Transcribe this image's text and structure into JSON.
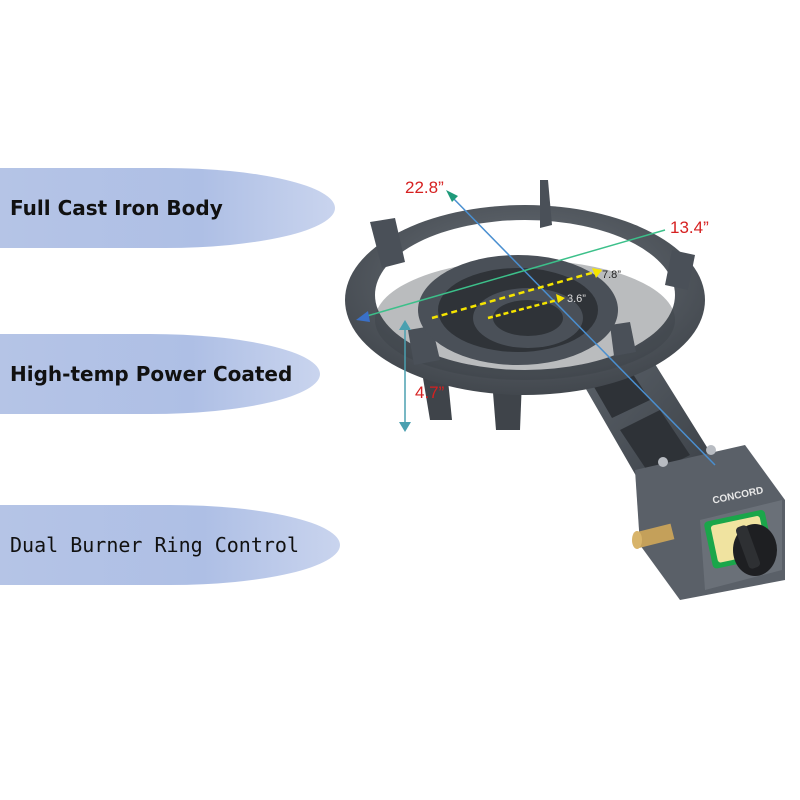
{
  "features": [
    {
      "label": "Full Cast Iron Body"
    },
    {
      "label": "High-temp Power Coated"
    },
    {
      "label": "Dual Burner Ring Control"
    }
  ],
  "dimensions": {
    "overall_length": "22.8”",
    "outer_ring_width": "13.4”",
    "burner_outer": "7.8”",
    "burner_inner": "3.6”",
    "height": "4.7”"
  },
  "brand": "CONCORD",
  "colors": {
    "pill": "#aebfe5",
    "dimension_red": "#d62020",
    "dimension_yellow": "#f5e400",
    "cast_iron": "#4a5058",
    "valve_green": "#1aa64a"
  }
}
